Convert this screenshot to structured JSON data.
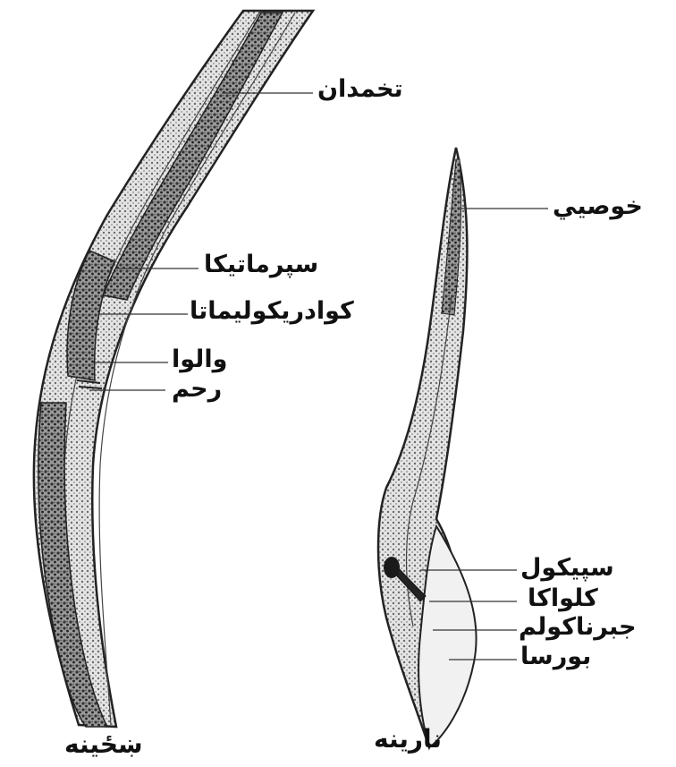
{
  "female": {
    "caption": "ښځینه",
    "labels": {
      "ovary": "تخمدان",
      "spermatheca": "سپرماتیکا",
      "caudicolimata": "کوادریکولیماتا",
      "vulva": "والوا",
      "uterus": "رحم"
    }
  },
  "male": {
    "caption": "نارینه",
    "labels": {
      "testes": "خوصیي",
      "spicule": "سپیکول",
      "cloaca": "کلواکا",
      "gubernaculum": "جبرناکولم",
      "bursa": "بورسا"
    }
  },
  "colors": {
    "ink": "#222222",
    "fill_dark": "#555555",
    "fill_light": "#d9d9d9",
    "background": "#ffffff"
  }
}
